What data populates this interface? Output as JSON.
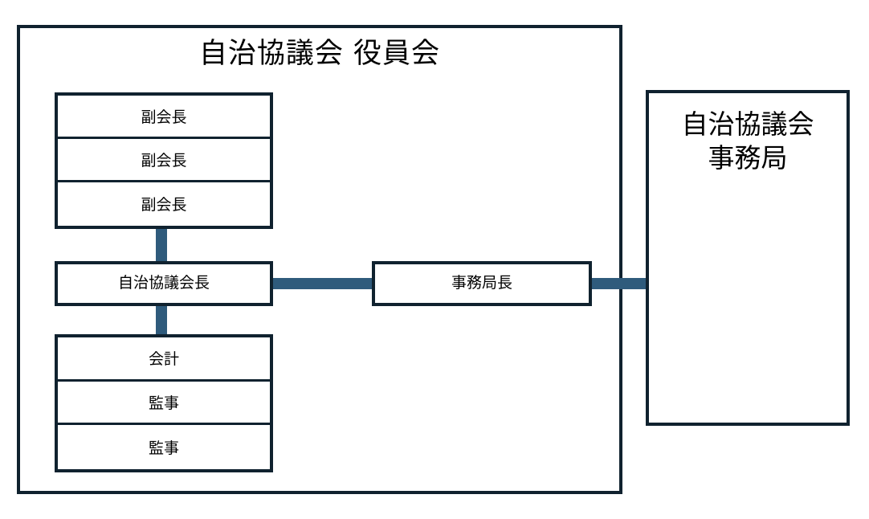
{
  "diagram": {
    "title": "自治協議会 役員会",
    "colors": {
      "border": "#10222f",
      "connector": "#2f5b7c",
      "background": "#ffffff",
      "text": "#000000"
    }
  },
  "officers_group": {
    "title": "自治協議会 役員会",
    "vice_chairs": [
      {
        "label": "副会長"
      },
      {
        "label": "副会長"
      },
      {
        "label": "副会長"
      }
    ],
    "chair": {
      "label": "自治協議会長"
    },
    "auditors": [
      {
        "label": "会計"
      },
      {
        "label": "監事"
      },
      {
        "label": "監事"
      }
    ]
  },
  "secretariat": {
    "chief": {
      "label": "事務局長"
    },
    "office": {
      "line1": "自治協議会",
      "line2": "事務局"
    }
  },
  "connections": [
    {
      "name": "vice-chairs-to-chair",
      "from": "副会長",
      "to": "自治協議会長",
      "orientation": "vertical"
    },
    {
      "name": "chair-to-auditors",
      "from": "自治協議会長",
      "to": "会計",
      "orientation": "vertical"
    },
    {
      "name": "chair-to-secretary-chief",
      "from": "自治協議会長",
      "to": "事務局長",
      "orientation": "horizontal"
    },
    {
      "name": "secretary-chief-to-office",
      "from": "事務局長",
      "to": "自治協議会 事務局",
      "orientation": "horizontal"
    }
  ]
}
